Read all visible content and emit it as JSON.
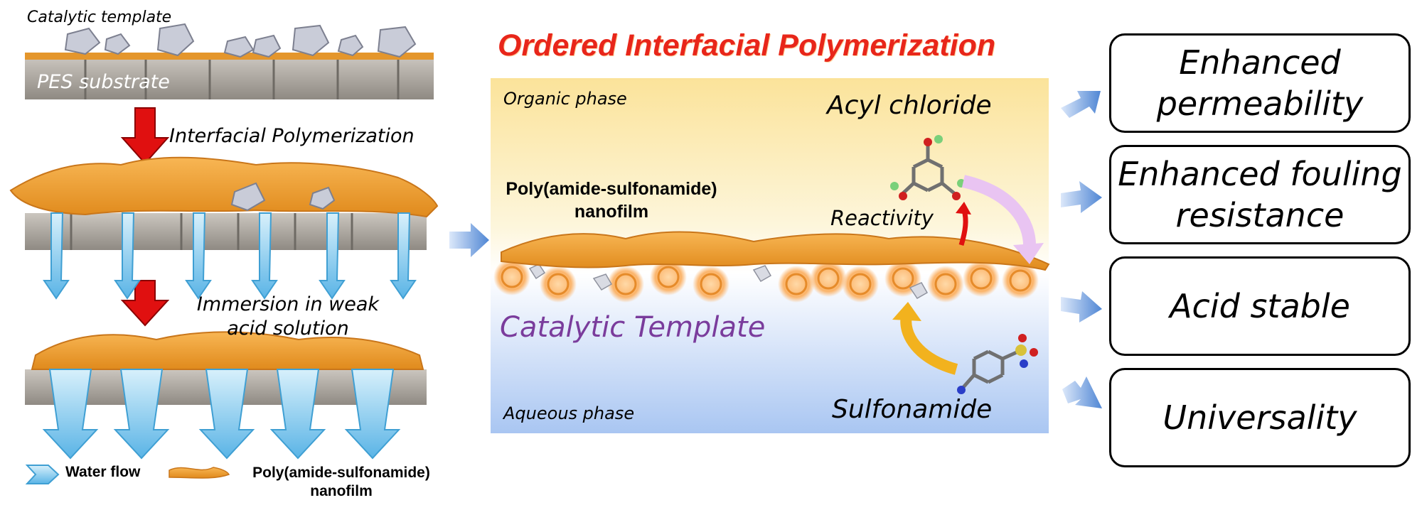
{
  "left": {
    "catalytic_template": "Catalytic template",
    "pes_substrate": "PES substrate",
    "interfacial_polymerization": "Interfacial Polymerization",
    "immersion_line1": "Immersion in weak",
    "immersion_line2": "acid solution",
    "legend_water_flow": "Water flow",
    "legend_nanofilm_line1": "Poly(amide-sulfonamide)",
    "legend_nanofilm_line2": "nanofilm"
  },
  "center": {
    "title": "Ordered Interfacial Polymerization",
    "organic_phase": "Organic phase",
    "acyl_chloride": "Acyl chloride",
    "nanofilm_line1": "Poly(amide-sulfonamide)",
    "nanofilm_line2": "nanofilm",
    "reactivity": "Reactivity",
    "catalytic_template": "Catalytic Template",
    "aqueous_phase": "Aqueous phase",
    "sulfonamide": "Sulfonamide"
  },
  "right": {
    "boxes": [
      {
        "line1": "Enhanced",
        "line2": "permeability"
      },
      {
        "line1": "Enhanced fouling",
        "line2": "resistance"
      },
      {
        "line1": "Acid stable",
        "line2": ""
      },
      {
        "line1": "Universality",
        "line2": ""
      }
    ]
  },
  "colors": {
    "orange_film": "#f2a33a",
    "red_arrow": "#e01010",
    "water_arrow": "#7ec8ec",
    "title_red": "#e8261a",
    "template_purple": "#7a3c9c",
    "box_arrow": "#5b8fd6"
  }
}
